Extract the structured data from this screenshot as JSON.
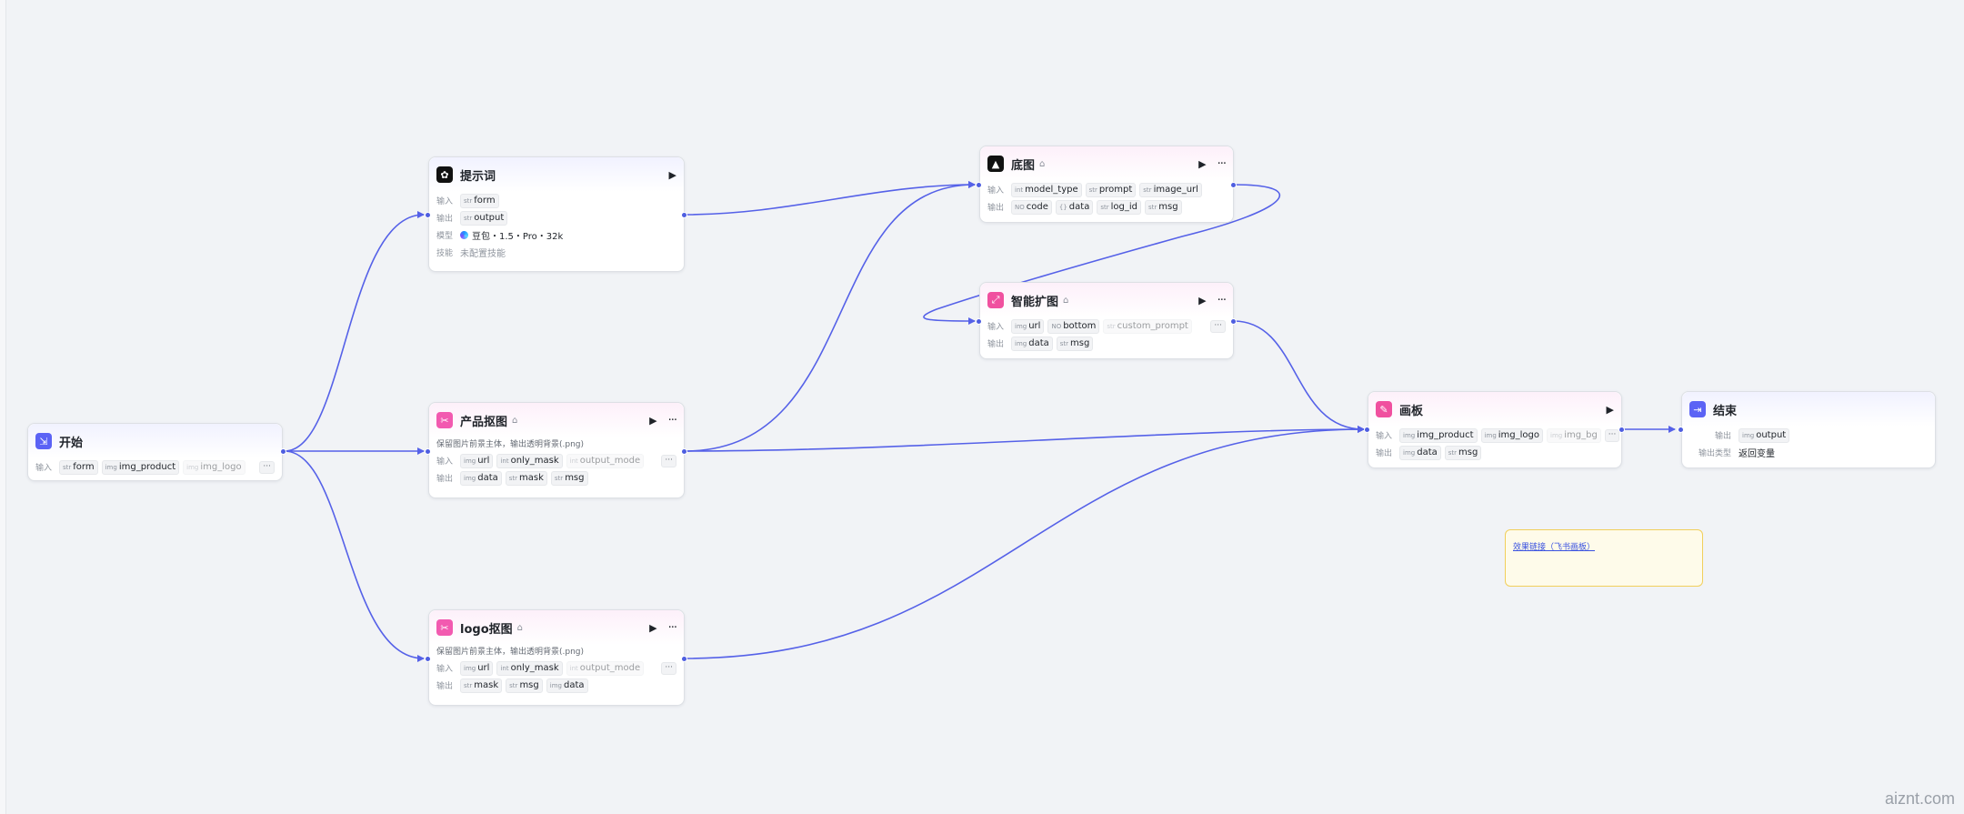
{
  "nodes": {
    "start": {
      "title": "开始",
      "input_label": "输入",
      "inputs": [
        {
          "type": "str",
          "name": "form"
        },
        {
          "type": "img",
          "name": "img_product"
        },
        {
          "type": "img",
          "name": "img_logo"
        }
      ],
      "more": "···"
    },
    "prompt": {
      "title": "提示词",
      "input_label": "输入",
      "output_label": "输出",
      "model_label": "模型",
      "skill_label": "技能",
      "input": {
        "type": "str",
        "name": "form"
      },
      "output": {
        "type": "str",
        "name": "output"
      },
      "model": "豆包・1.5・Pro・32k",
      "skill": "未配置技能"
    },
    "product_cutout": {
      "title": "产品抠图",
      "desc": "保留图片前景主体，输出透明背景(.png)",
      "input_label": "输入",
      "output_label": "输出",
      "inputs": [
        {
          "type": "img",
          "name": "url"
        },
        {
          "type": "int",
          "name": "only_mask"
        },
        {
          "type": "int",
          "name": "output_mode"
        }
      ],
      "outputs": [
        {
          "type": "img",
          "name": "data"
        },
        {
          "type": "str",
          "name": "mask"
        },
        {
          "type": "str",
          "name": "msg"
        }
      ],
      "more": "···"
    },
    "logo_cutout": {
      "title": "logo抠图",
      "desc": "保留图片前景主体，输出透明背景(.png)",
      "input_label": "输入",
      "output_label": "输出",
      "inputs": [
        {
          "type": "img",
          "name": "url"
        },
        {
          "type": "int",
          "name": "only_mask"
        },
        {
          "type": "int",
          "name": "output_mode"
        }
      ],
      "outputs": [
        {
          "type": "str",
          "name": "mask"
        },
        {
          "type": "str",
          "name": "msg"
        },
        {
          "type": "img",
          "name": "data"
        }
      ],
      "more": "···"
    },
    "base_image": {
      "title": "底图",
      "input_label": "输入",
      "output_label": "输出",
      "inputs": [
        {
          "type": "int",
          "name": "model_type"
        },
        {
          "type": "str",
          "name": "prompt"
        },
        {
          "type": "str",
          "name": "image_url"
        }
      ],
      "outputs": [
        {
          "type": "NO",
          "name": "code"
        },
        {
          "type": "{}",
          "name": "data"
        },
        {
          "type": "str",
          "name": "log_id"
        },
        {
          "type": "str",
          "name": "msg"
        }
      ]
    },
    "expand": {
      "title": "智能扩图",
      "input_label": "输入",
      "output_label": "输出",
      "inputs": [
        {
          "type": "img",
          "name": "url"
        },
        {
          "type": "NO",
          "name": "bottom"
        },
        {
          "type": "str",
          "name": "custom_prompt"
        }
      ],
      "outputs": [
        {
          "type": "img",
          "name": "data"
        },
        {
          "type": "str",
          "name": "msg"
        }
      ],
      "more": "···"
    },
    "canvas": {
      "title": "画板",
      "input_label": "输入",
      "output_label": "输出",
      "inputs": [
        {
          "type": "img",
          "name": "img_product"
        },
        {
          "type": "img",
          "name": "img_logo"
        },
        {
          "type": "img",
          "name": "img_bg"
        }
      ],
      "outputs": [
        {
          "type": "img",
          "name": "data"
        },
        {
          "type": "str",
          "name": "msg"
        }
      ],
      "more": "···"
    },
    "end": {
      "title": "结束",
      "output_label": "输出",
      "output": {
        "type": "img",
        "name": "output"
      },
      "output_type_label": "输出类型",
      "output_type": "返回变量"
    }
  },
  "note": {
    "link_text": "效果链接（飞书画板）"
  },
  "watermark": "aiznt.com",
  "colors": {
    "edge": "#5561e8",
    "port": "#4e5ee0",
    "note_border": "#f1cf5b",
    "accent": "#5b63f5"
  }
}
